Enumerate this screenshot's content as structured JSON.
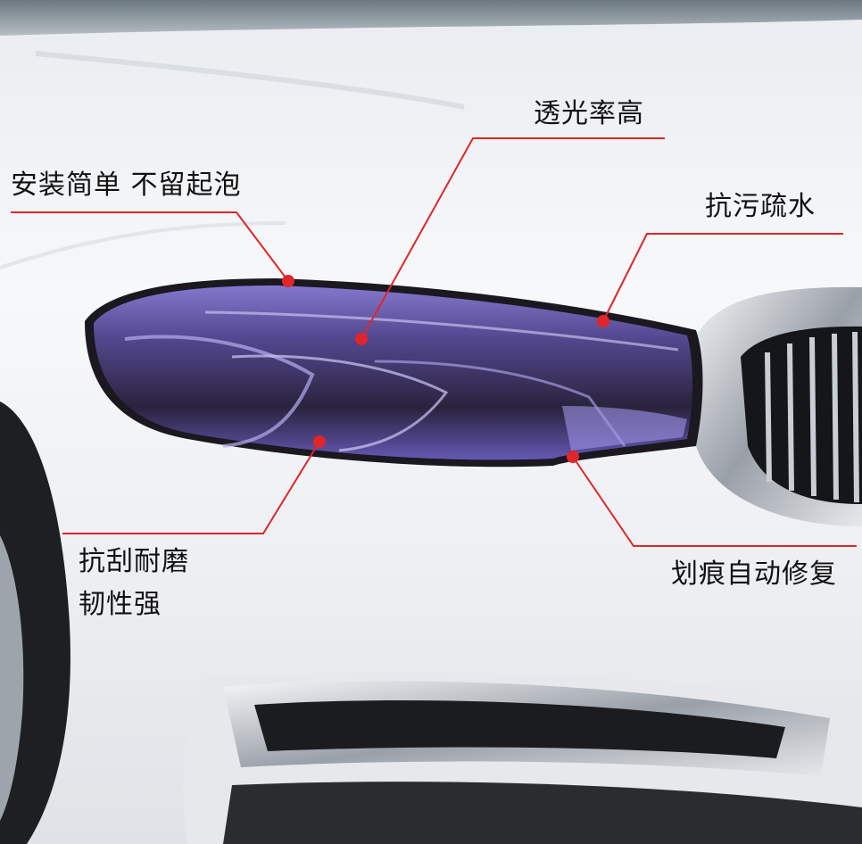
{
  "callouts": {
    "install": "安装简单 不留起泡",
    "transmit": "透光率高",
    "antifoul": "抗污疏水",
    "scratch_line1": "抗刮耐磨",
    "scratch_line2": "韧性强",
    "heal": "划痕自动修复"
  },
  "colors": {
    "callout_line": "#e0252b",
    "film_tint": "#7b6bd6",
    "car_body": "#eef0f3"
  }
}
